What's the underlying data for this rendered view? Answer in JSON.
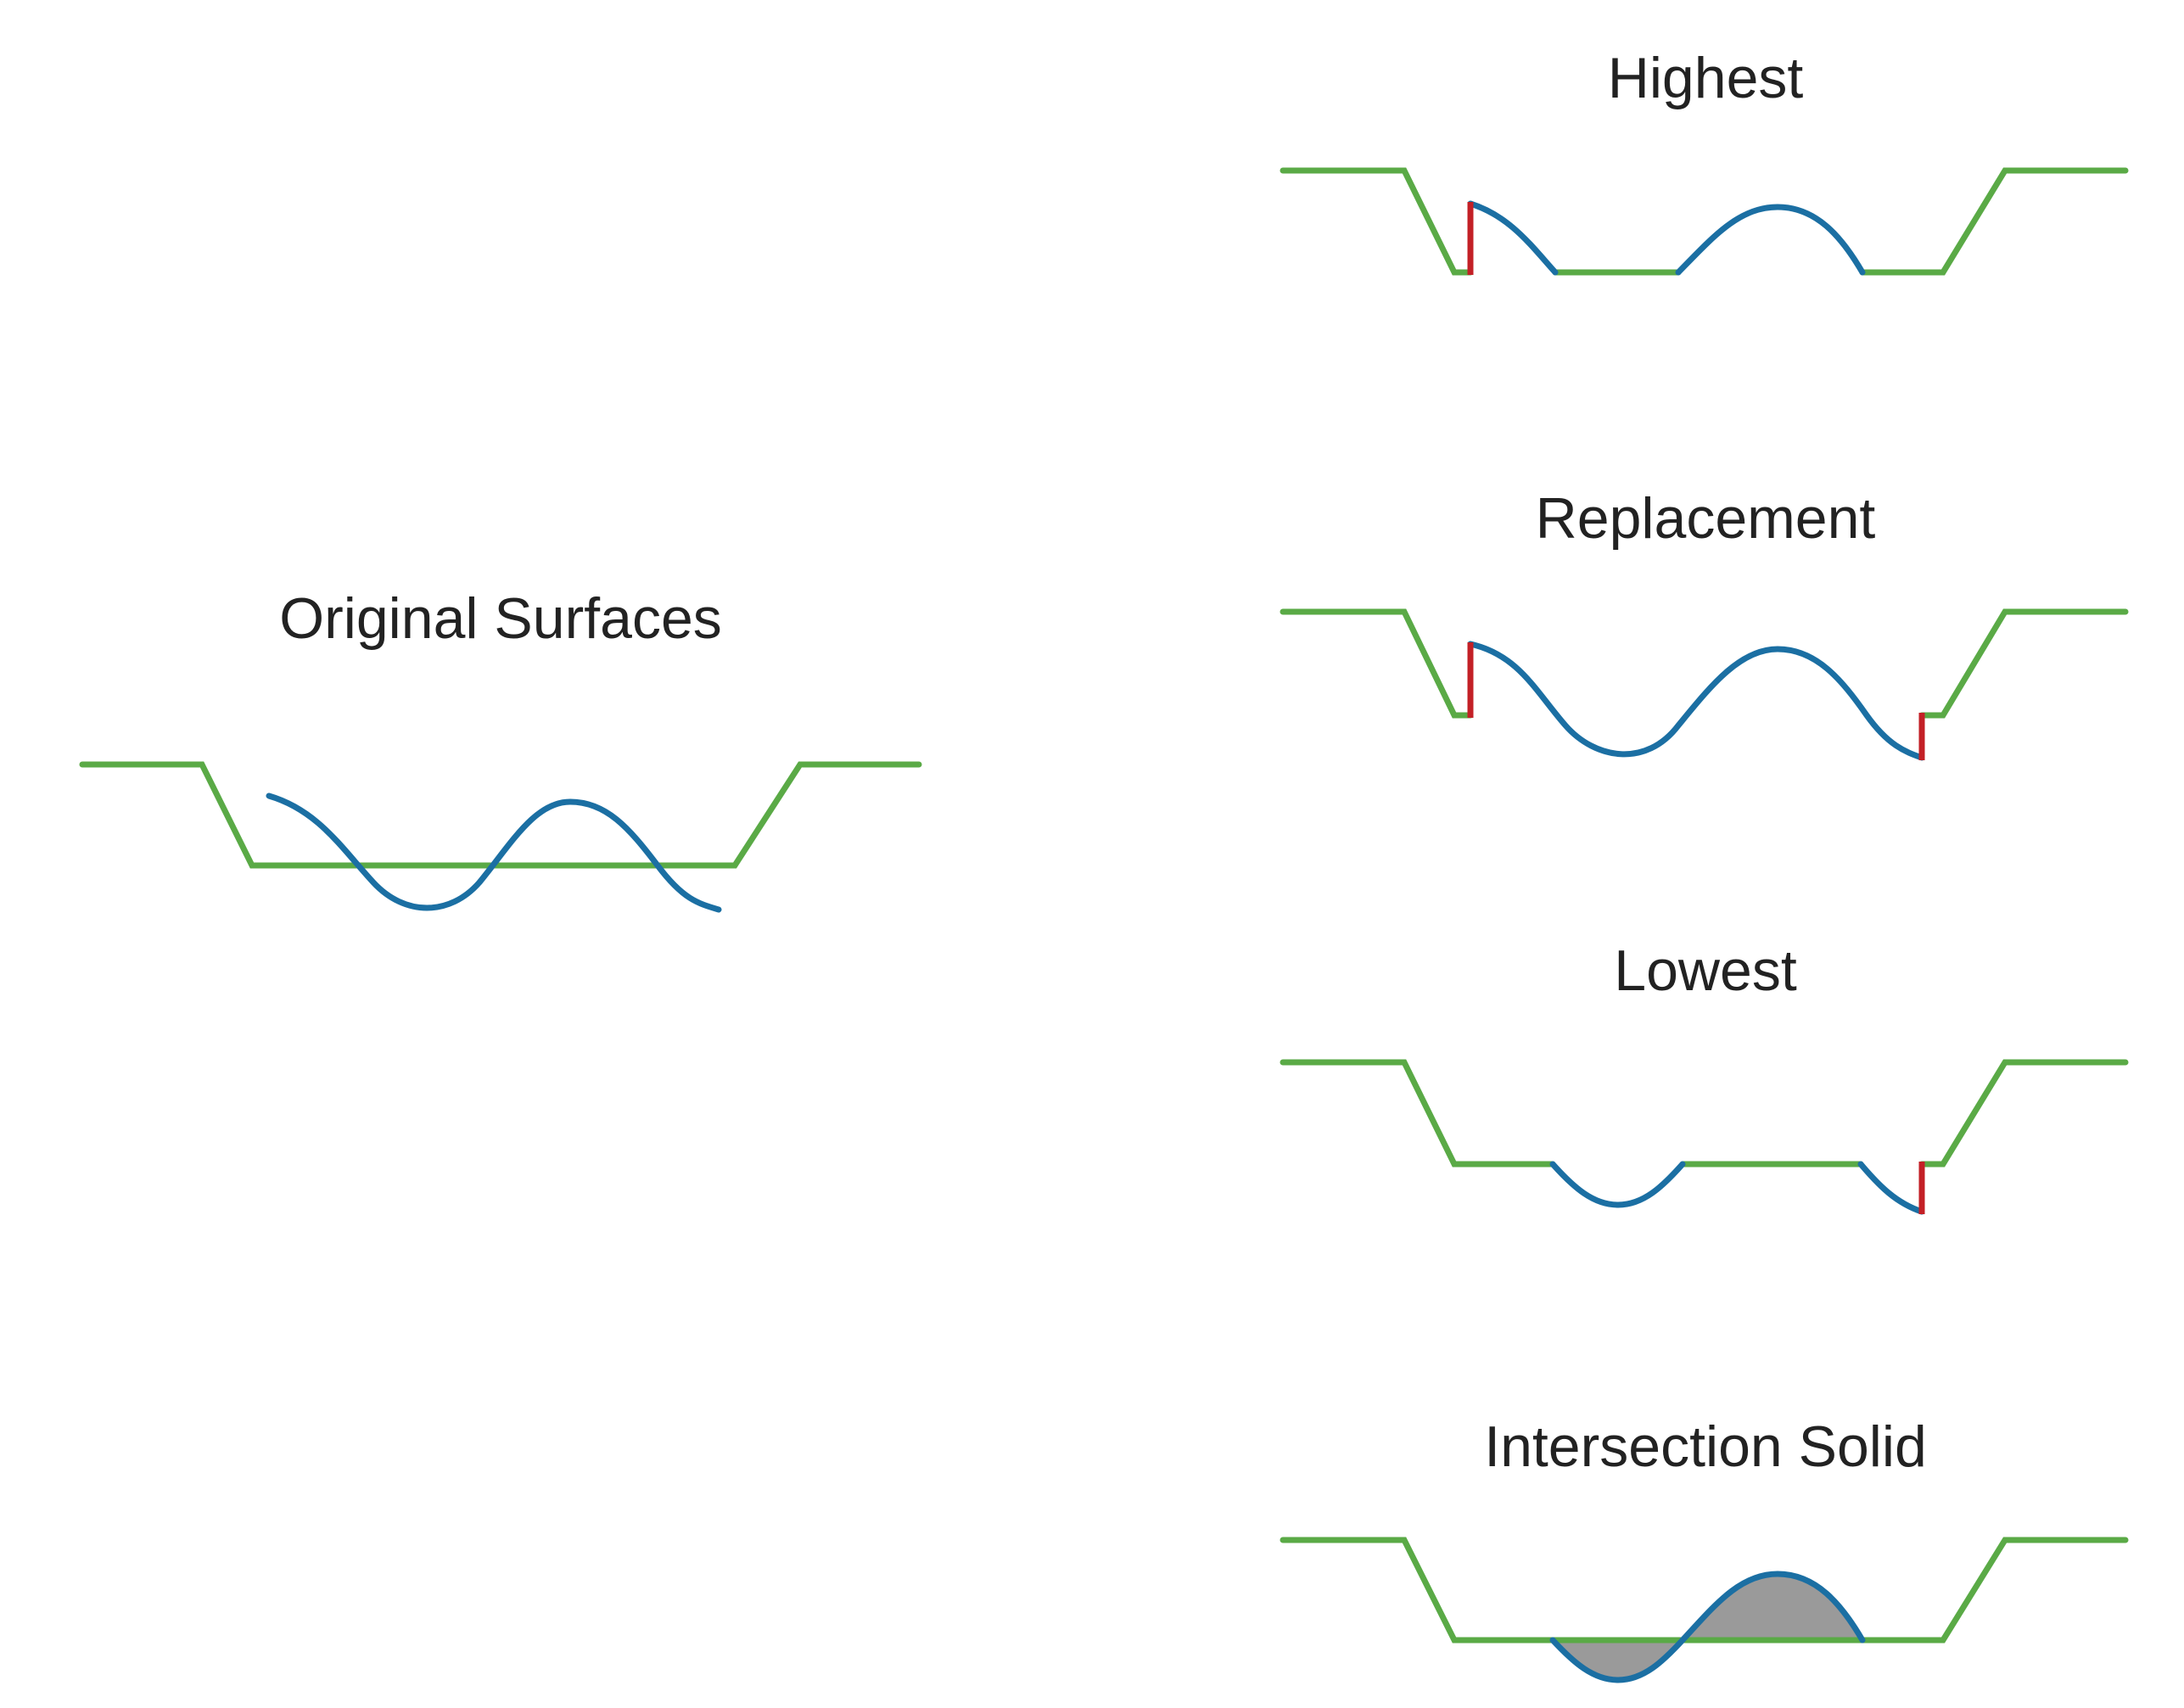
{
  "titles": {
    "original": "Original Surfaces",
    "highest": "Highest",
    "replacement": "Replacement",
    "lowest": "Lowest",
    "intersection": "Intersection Solid"
  },
  "colors": {
    "existing_surface": "#5aaa46",
    "design_surface": "#1b6fa3",
    "vertical_connector": "#c32026",
    "intersection_fill": "#9a9a9a"
  }
}
